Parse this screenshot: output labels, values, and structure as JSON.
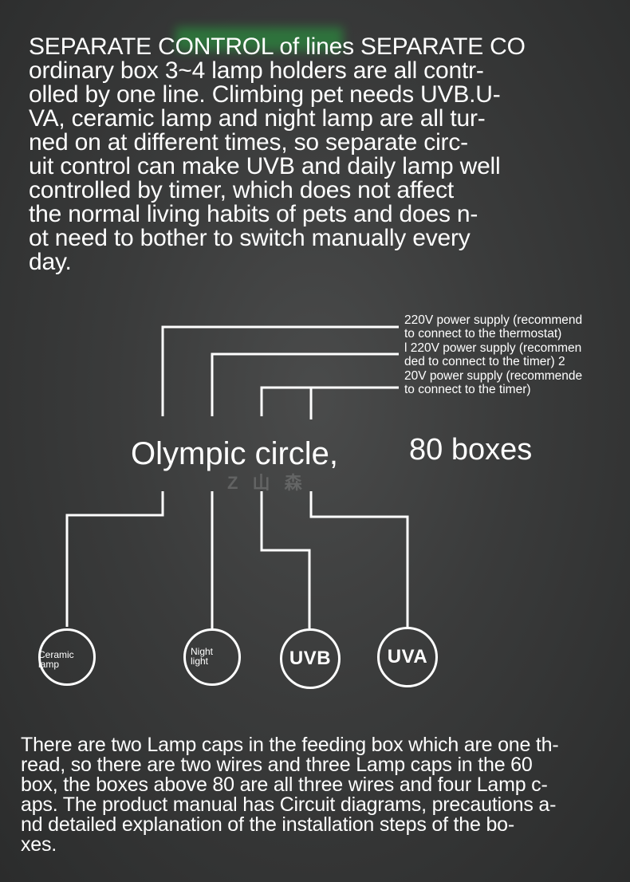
{
  "intro": {
    "text": "SEPARATE CONTROL of lines SEPARATE CO\nordinary box 3~4 lamp holders are all contr-\nolled by one line. Climbing pet needs UVB.U-\nVA, ceramic lamp and night lamp are all tur-\nned on at different times, so separate circ-\nuit control can make UVB and daily lamp well\ncontrolled by timer, which does not affect\nthe normal living habits of pets and does n-\not need to bother to switch manually every\nday."
  },
  "power_notes": [
    {
      "text": "220V power supply (recommend\nto connect to the thermostat)"
    },
    {
      "text": "l 220V power supply (recommen\nded to connect to the timer) 2"
    },
    {
      "text": "20V power supply (recommende\nto connect to the timer)"
    }
  ],
  "box": {
    "title": "Olympic circle,",
    "count": "80 boxes"
  },
  "lamps": [
    {
      "label": "Ceramic\nlamp"
    },
    {
      "label": "Night\nlight"
    },
    {
      "label": "UVB"
    },
    {
      "label": "UVA"
    }
  ],
  "footer": {
    "text": "There are two Lamp caps in the feeding box which are one th-\nread, so there are two wires and three Lamp caps in the 60\nbox, the boxes above 80 are all three wires and four Lamp c-\naps. The product manual has Circuit diagrams, precautions a-\nnd detailed explanation of the installation steps of the bo-\nxes."
  }
}
